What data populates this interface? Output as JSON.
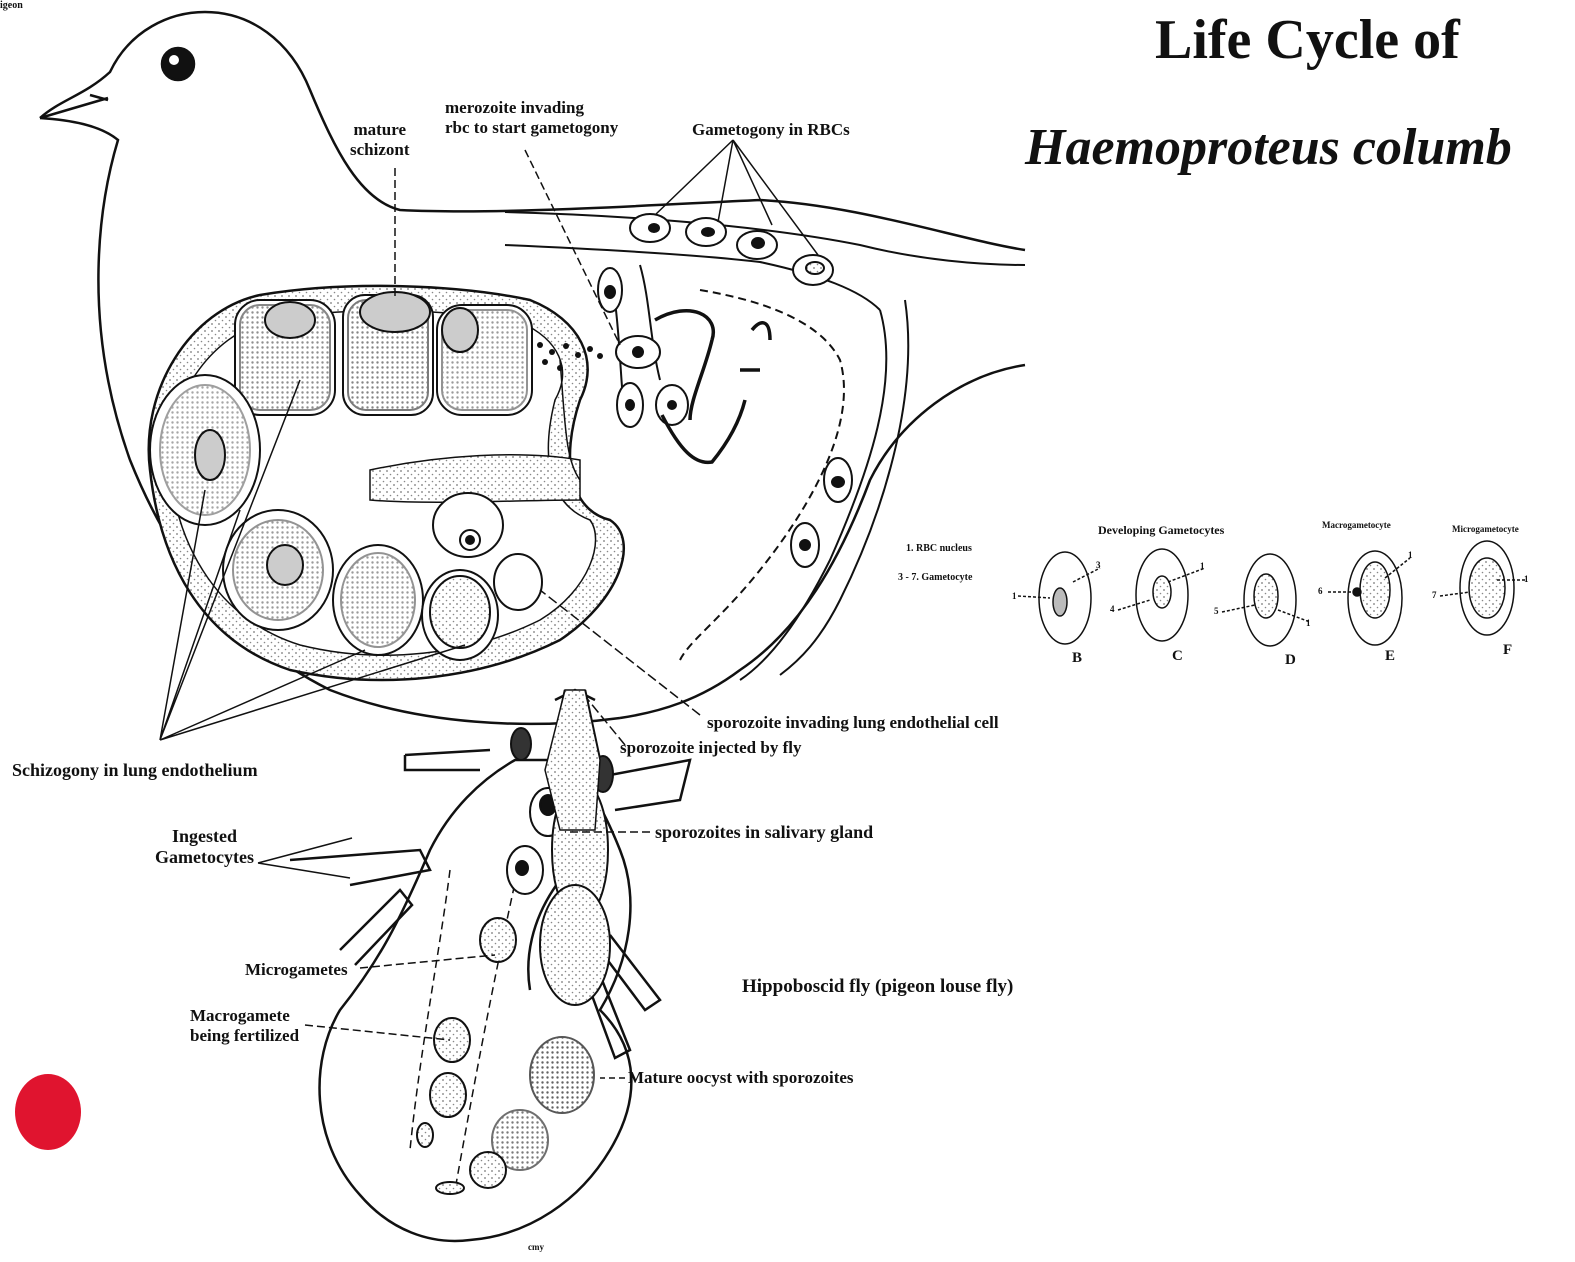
{
  "header": {
    "corner_label": "igeon",
    "title_line1": "Life Cycle of",
    "title_line2": "Haemoproteus columb"
  },
  "pigeon_labels": {
    "mature_schizont": [
      "mature",
      "schizont"
    ],
    "merozoite_invading": [
      "merozoite invading",
      "rbc to start gametogony"
    ],
    "gametogony": "Gametogony in RBCs",
    "schizogony": "Schizogony in lung endothelium",
    "sporozoite_invading": "sporozoite invading lung endothelial cell",
    "sporozoite_injected": "sporozoite injected by fly"
  },
  "fly_labels": {
    "ingested": [
      "Ingested",
      "Gametocytes"
    ],
    "salivary": "sporozoites in salivary gland",
    "microgametes": "Microgametes",
    "macrogamete": [
      "Macrogamete",
      "being fertilized"
    ],
    "oocyst": "Mature oocyst with sporozoites",
    "fly_name": "Hippoboscid fly (pigeon louse fly)",
    "signature": "cmy"
  },
  "gametocyte_panel": {
    "legend": [
      "1. RBC nucleus",
      "3 - 7. Gametocyte"
    ],
    "headers": [
      "Developing Gametocytes",
      "Macrogametocyte",
      "Microgametocyte"
    ],
    "cells": [
      {
        "letter": "B",
        "marks": [
          "1",
          "3"
        ]
      },
      {
        "letter": "C",
        "marks": [
          "4",
          "1"
        ]
      },
      {
        "letter": "D",
        "marks": [
          "5",
          "1"
        ]
      },
      {
        "letter": "E",
        "marks": [
          "6",
          "1"
        ]
      },
      {
        "letter": "F",
        "marks": [
          "7",
          "1"
        ]
      }
    ]
  },
  "colors": {
    "ink": "#111111",
    "stipple": "#cfcfcf",
    "marker": "#e0142f"
  }
}
